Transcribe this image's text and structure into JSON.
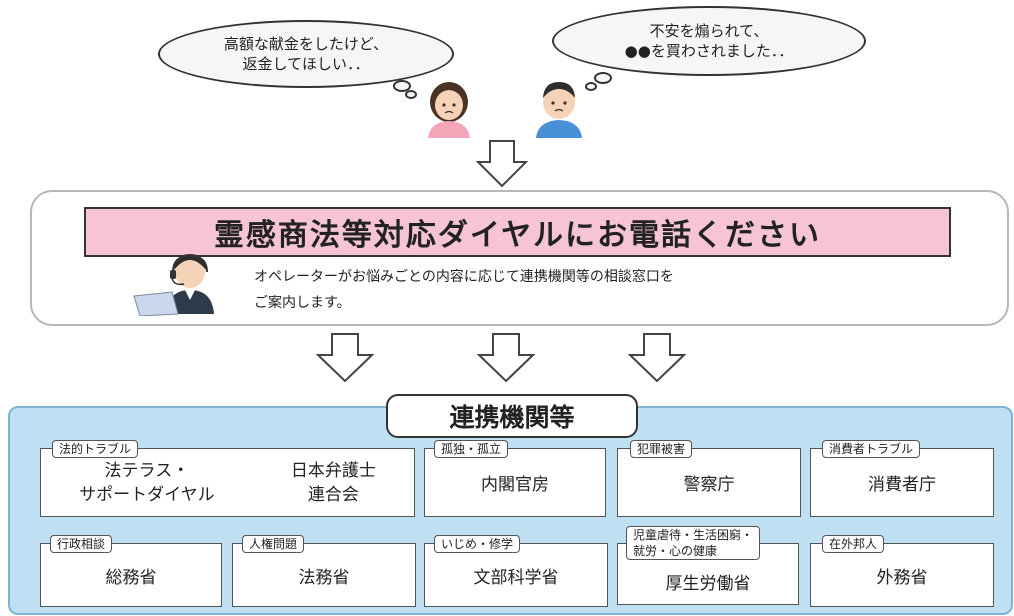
{
  "bubbles": {
    "left": {
      "line1": "高額な献金をしたけど、",
      "line2": "返金してほしい．．"
    },
    "right": {
      "line1": "不安を煽られて、",
      "line2": "●●を買わされました．．"
    }
  },
  "dial_banner": "霊感商法等対応ダイヤルにお電話ください",
  "operator_text": {
    "line1": "オペレーターがお悩みごとの内容に応じて連携機関等の相談窓口を",
    "line2": "ご案内します。"
  },
  "orgs_title": "連携機関等",
  "orgs": {
    "legal": {
      "tag": "法的トラブル",
      "left_line1": "法テラス・",
      "left_line2": "サポートダイヤル",
      "right_line1": "日本弁護士",
      "right_line2": "連合会"
    },
    "cabinet": {
      "tag": "孤独・孤立",
      "name": "内閣官房"
    },
    "police": {
      "tag": "犯罪被害",
      "name": "警察庁"
    },
    "consumer": {
      "tag": "消費者トラブル",
      "name": "消費者庁"
    },
    "admin": {
      "tag": "行政相談",
      "name": "総務省"
    },
    "justice": {
      "tag": "人権問題",
      "name": "法務省"
    },
    "education": {
      "tag": "いじめ・修学",
      "name": "文部科学省"
    },
    "welfare": {
      "tag_line1": "児童虐待・生活困窮・",
      "tag_line2": "就労・心の健康",
      "name": "厚生労働省"
    },
    "foreign": {
      "tag": "在外邦人",
      "name": "外務省"
    }
  },
  "colors": {
    "banner": "#f6c4d6",
    "orgs_panel": "#bfe0f3",
    "woman_shirt": "#f4a6b8",
    "man_shirt": "#4a90d9"
  }
}
